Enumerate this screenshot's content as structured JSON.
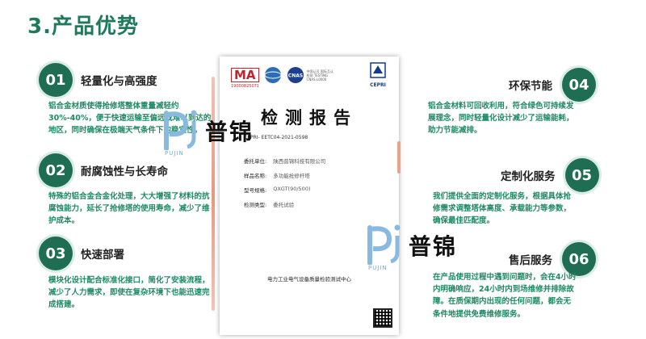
{
  "page": {
    "title": "3.产品优势"
  },
  "items": [
    {
      "num": "01",
      "title": "轻量化与高强度",
      "desc": "铝合金材质使得抢修塔整体重量减轻约30%-40%，便于快速运输至偏远或难以到达的地区，同时确保在极端天气条件下的稳定性。"
    },
    {
      "num": "02",
      "title": "耐腐蚀性与长寿命",
      "desc": "特殊的铝合金合金化处理，大大增强了材料的抗腐蚀能力，延长了抢修塔的使用寿命，减少了维护成本。"
    },
    {
      "num": "03",
      "title": "快速部署",
      "desc": "模块化设计配合标准化接口，简化了安装流程，减少了人力需求，即使在复杂环境下也能迅速完成搭建。"
    },
    {
      "num": "04",
      "title": "环保节能",
      "desc": "铝合金材料可回收利用，符合绿色可持续发展理念，同时轻量化设计减少了运输能耗，助力节能减排。"
    },
    {
      "num": "05",
      "title": "定制化服务",
      "desc": "我们提供全面的定制化服务，根据具体抢修需求调整塔体高度、承载能力等参数，确保最佳匹配度。"
    },
    {
      "num": "06",
      "title": "售后服务",
      "desc": "在产品使用过程中遇到问题时，会在4小时内明确响应，24小时内到场维修并排除故障。在质保期内出现的任何问题，都会无条件地提供免费维修服务。"
    }
  ],
  "report": {
    "logo_ma": "MA",
    "logo_ma_number": "19000825071",
    "logo_cnas_text": "中国认可 国际互认 检测 TESTING CNAS L0000",
    "logo_cepri": "CEPRI",
    "title": "检测报告",
    "number": "CEPRI- EETC04-2021-0598",
    "fields": [
      {
        "label": "委托单位:",
        "value": "陕西普锦科技有限公司"
      },
      {
        "label": "样品名称:",
        "value": "多功能抢修杆塔"
      },
      {
        "label": "型号规格:",
        "value": "QXGT(90/500)"
      },
      {
        "label": "检测类型:",
        "value": "委托试验"
      }
    ],
    "footer": "电力工业电气设备质量检验测试中心"
  },
  "watermark": {
    "brand": "普锦",
    "sub": "PUJIN"
  },
  "colors": {
    "accent": "#1f6e54",
    "title": "#1f7a5a",
    "desc": "#1e8a62"
  }
}
